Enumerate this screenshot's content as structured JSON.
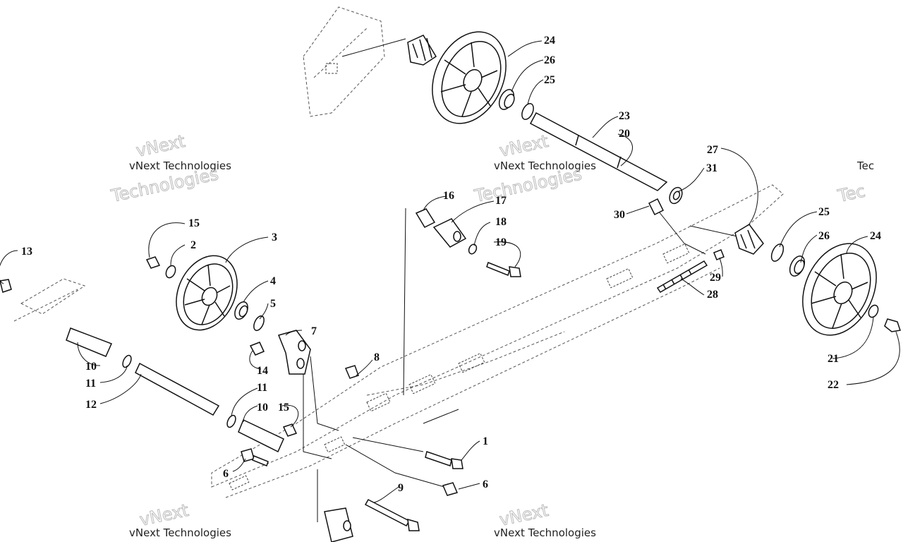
{
  "labels": [
    "1",
    "2",
    "3",
    "4",
    "5",
    "6",
    "7",
    "8",
    "9",
    "10",
    "11",
    "12",
    "13",
    "14",
    "15",
    "16",
    "17",
    "18",
    "19",
    "20",
    "21",
    "22",
    "23",
    "24",
    "25",
    "26",
    "27",
    "28",
    "29",
    "30",
    "31"
  ],
  "watermark": {
    "line_a": "vNext Technologies",
    "line_b": "vNext Technologies",
    "line_c": "Technologies",
    "line_d": "vNext",
    "line_e": "Tec"
  },
  "colors": {
    "line": "#111111",
    "dash": "#555555",
    "watermark_fill": "#222222",
    "watermark_outline": "#bbbbbb"
  }
}
